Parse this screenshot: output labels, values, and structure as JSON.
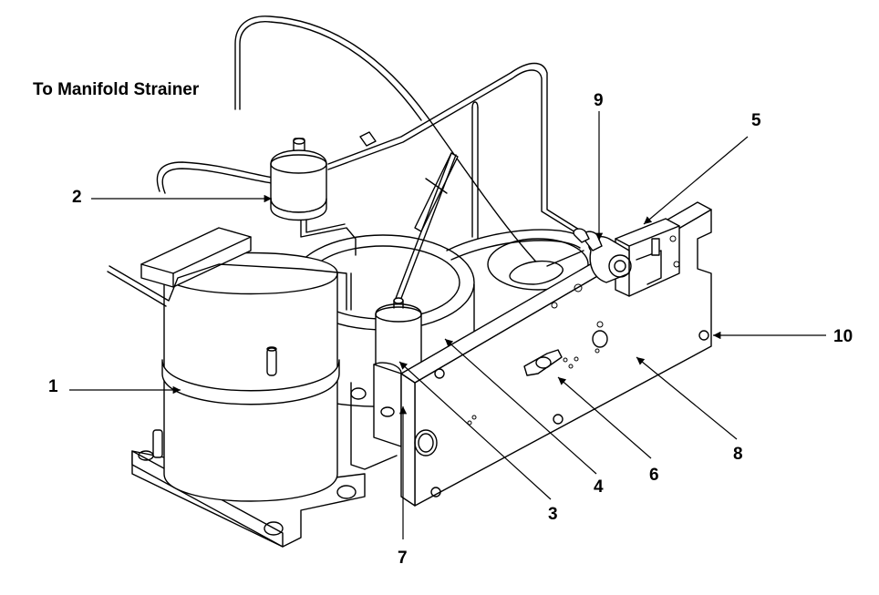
{
  "title": "To Manifold Strainer",
  "callouts": {
    "c1": "1",
    "c2": "2",
    "c3": "3",
    "c4": "4",
    "c5": "5",
    "c6": "6",
    "c7": "7",
    "c8": "8",
    "c9": "9",
    "c10": "10"
  }
}
